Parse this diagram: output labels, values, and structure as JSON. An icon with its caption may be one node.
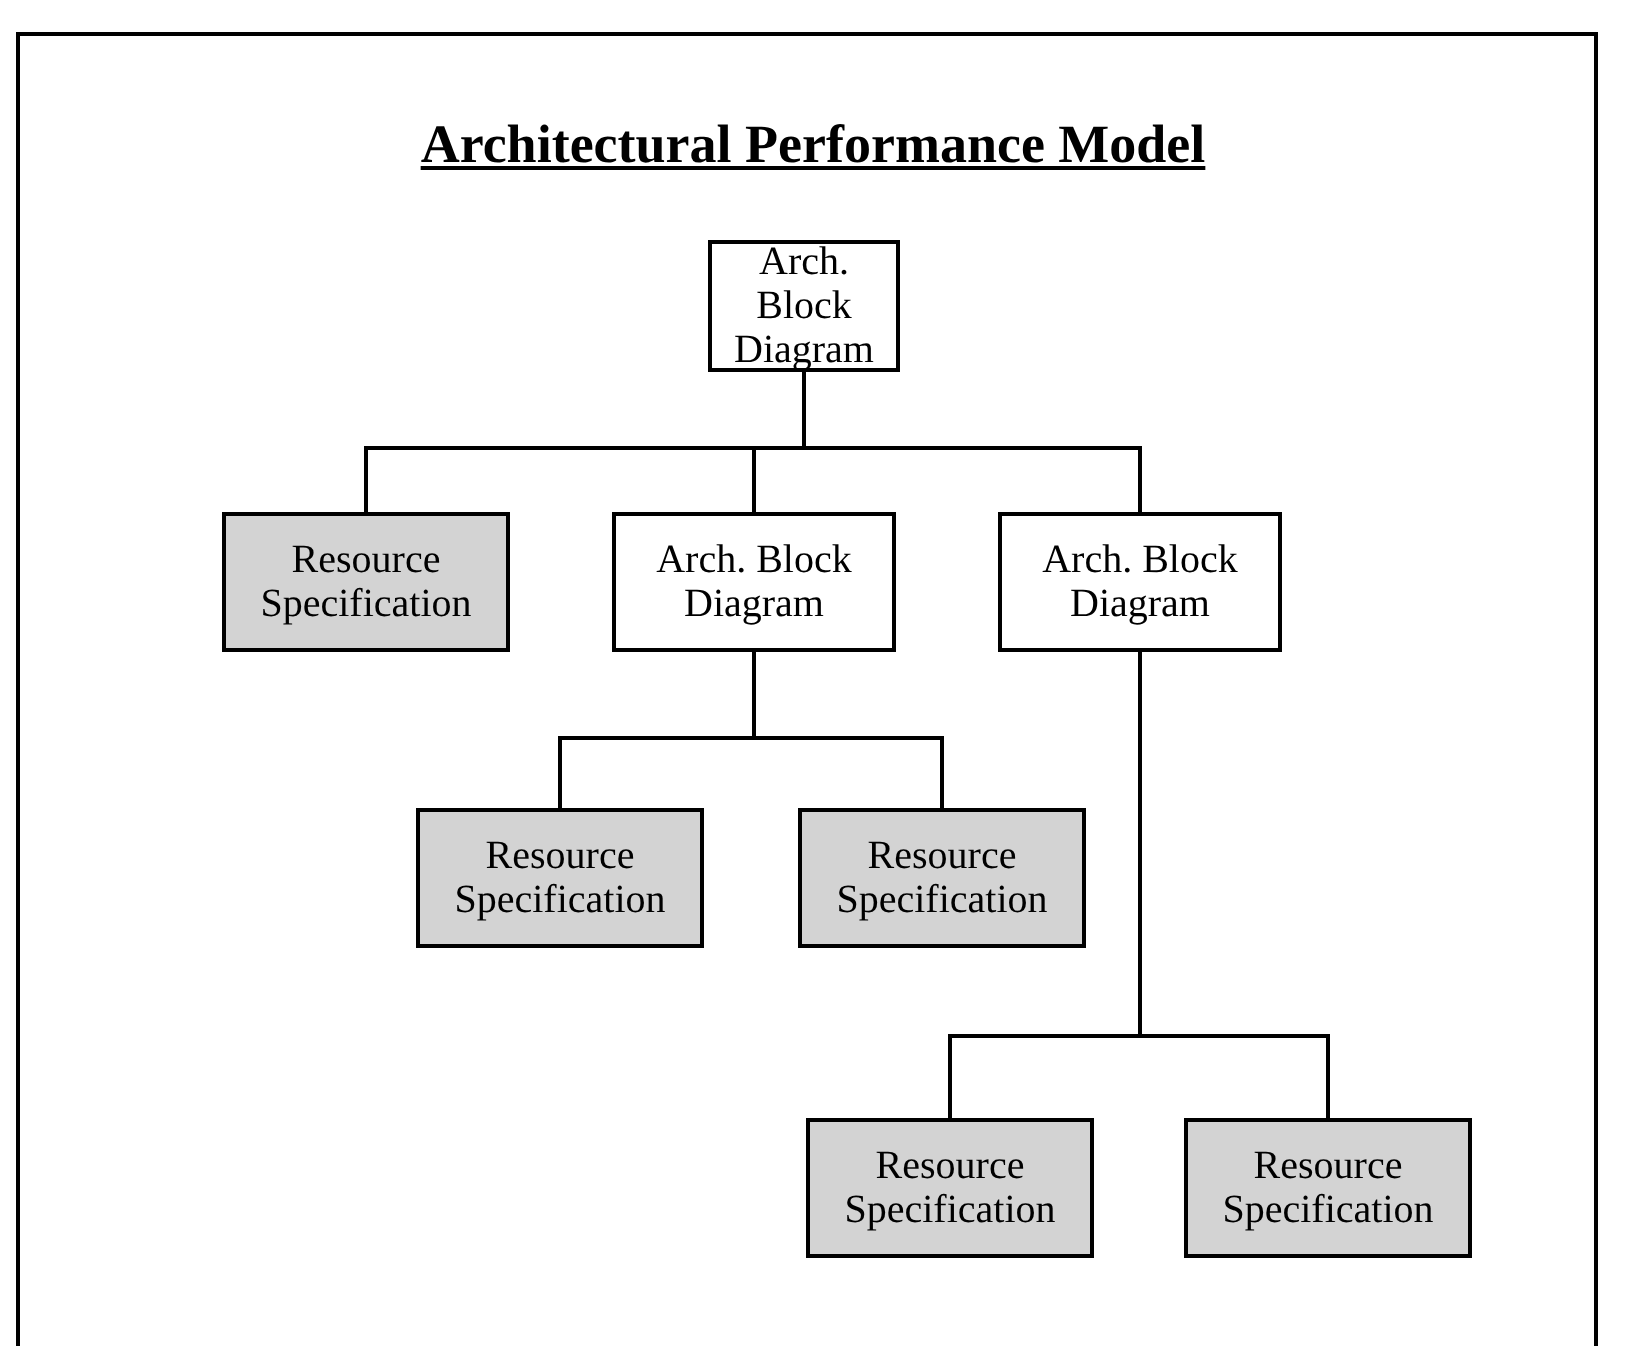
{
  "diagram": {
    "title": "Architectural Performance Model",
    "nodes": [
      {
        "text": [
          "Arch. Block Diagram"
        ]
      },
      {
        "text": [
          "Resource Specification"
        ]
      },
      {
        "text": [
          "Arch. Block Diagram"
        ]
      },
      {
        "text": [
          "Arch. Block Diagram"
        ]
      },
      {
        "text": [
          "Resource Specification"
        ]
      },
      {
        "text": [
          "Resource Specification"
        ]
      },
      {
        "text": [
          "Resource Specification"
        ]
      },
      {
        "text": [
          "Resource Specification"
        ]
      }
    ],
    "edges": [
      {
        "from": 0,
        "to": 1,
        "arrow": "none"
      },
      {
        "from": 0,
        "to": 2,
        "arrow": "none"
      },
      {
        "from": 0,
        "to": 3,
        "arrow": "none"
      },
      {
        "from": 2,
        "to": 4,
        "arrow": "none"
      },
      {
        "from": 2,
        "to": 5,
        "arrow": "none"
      },
      {
        "from": 3,
        "to": 6,
        "arrow": "none"
      },
      {
        "from": 3,
        "to": 7,
        "arrow": "none"
      }
    ]
  }
}
